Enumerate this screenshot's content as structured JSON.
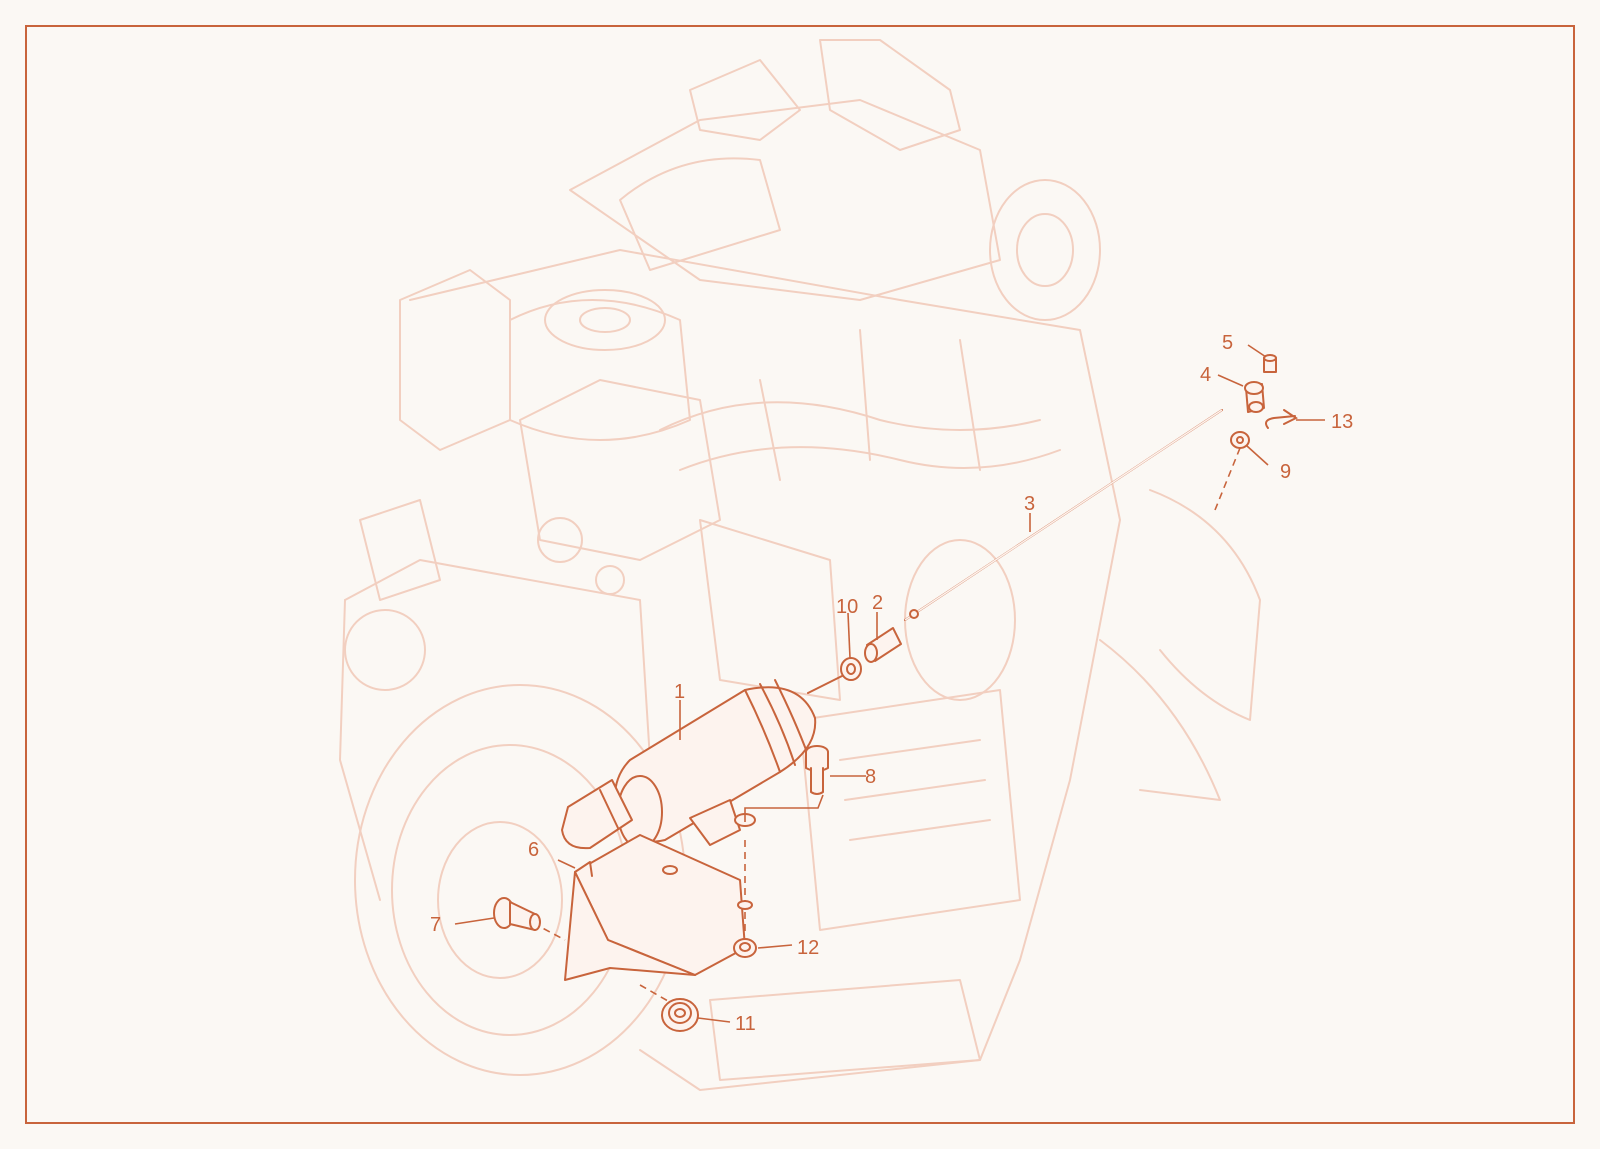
{
  "colors": {
    "accent": "#c8643c",
    "ghost": "#f2cfc0",
    "background": "#fbf8f4"
  },
  "callouts": {
    "c1": "1",
    "c2": "2",
    "c3": "3",
    "c4": "4",
    "c5": "5",
    "c6": "6",
    "c7": "7",
    "c8": "8",
    "c9": "9",
    "c10": "10",
    "c11": "11",
    "c12": "12",
    "c13": "13"
  }
}
